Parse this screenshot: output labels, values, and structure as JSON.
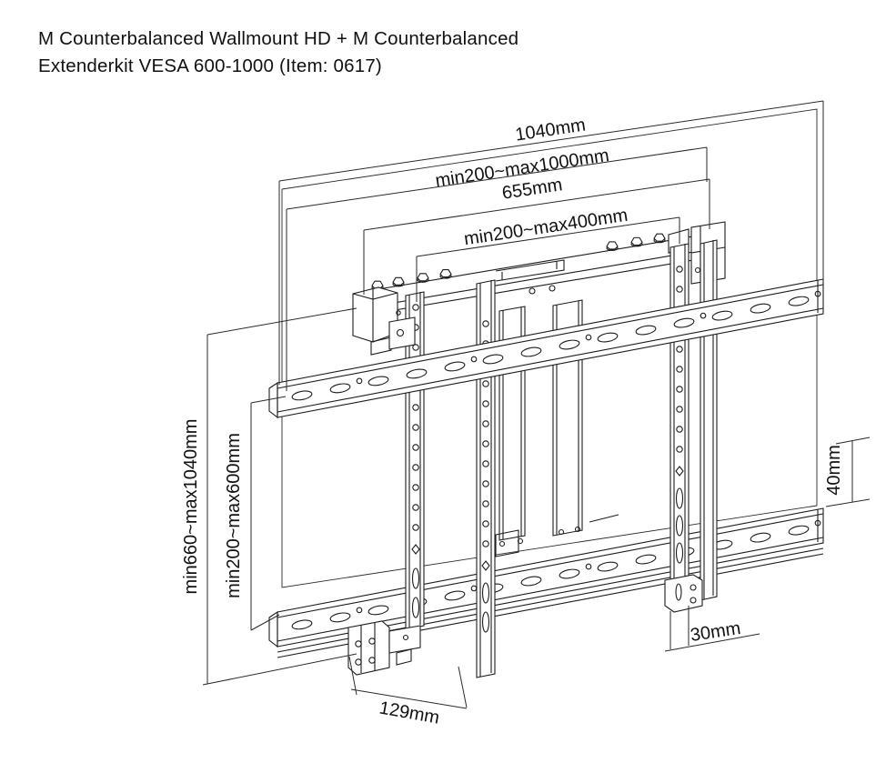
{
  "title": {
    "line1": "M Counterbalanced Wallmount HD + M Counterbalanced",
    "line2": "Extenderkit VESA 600-1000 (Item: 0617)"
  },
  "dims": {
    "overall_width": "1040mm",
    "wall_rail_range": "min200~max1000mm",
    "bracket_width": "655mm",
    "vesa_width_range": "min200~max400mm",
    "overall_height_range": "min660~max1040mm",
    "vesa_height_range": "min200~max600mm",
    "rail_height": "40mm",
    "foot_offset": "30mm",
    "foot_width": "129mm"
  },
  "colors": {
    "line": "#1c1c1c",
    "background": "#ffffff"
  }
}
